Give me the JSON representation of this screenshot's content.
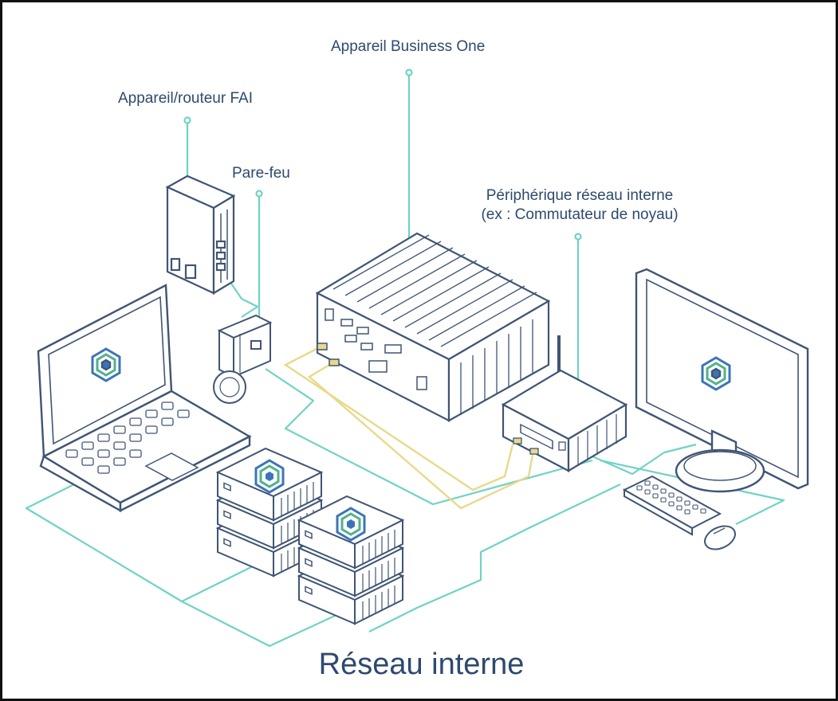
{
  "diagram": {
    "labels": {
      "business_one": "Appareil Business One",
      "isp_router": "Appareil/routeur FAI",
      "firewall": "Pare-feu",
      "core_switch_line1": "Périphérique réseau interne",
      "core_switch_line2": "(ex : Commutateur de noyau)"
    },
    "title": "Réseau interne"
  },
  "colors": {
    "device_stroke": "#3f5573",
    "network_line": "#6fd3c4",
    "patch_cable": "#e8d98a",
    "text": "#2d4a6e",
    "logo_blue": "#3c74b8",
    "logo_green": "#4fb28c"
  },
  "icons": [
    "isp-router-icon",
    "firewall-icon",
    "business-one-appliance-icon",
    "core-switch-icon",
    "laptop-icon",
    "monitor-icon",
    "keyboard-icon",
    "mouse-icon",
    "server-stack-icon"
  ]
}
